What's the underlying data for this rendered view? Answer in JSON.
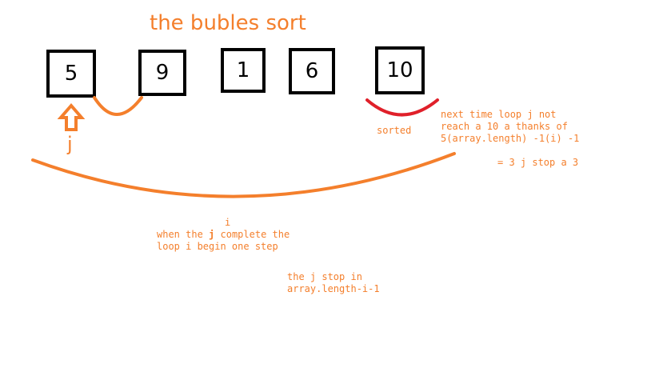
{
  "title": "the bubles sort",
  "boxes": [
    "5",
    "9",
    "1",
    "6",
    "10"
  ],
  "j_label": "j",
  "sorted_label": "sorted",
  "note_right": {
    "line1": "next time loop j not",
    "line2": "reach a 10 a thanks of",
    "line3": "5(array.length) -1(i) -1",
    "line4": "= 3 j stop a 3"
  },
  "note_i": {
    "i": "i",
    "line1_pre": "when the ",
    "line1_bold": "j",
    "line1_post": " complete the",
    "line2": "loop i begin one step"
  },
  "note_stop": {
    "line1": "the j stop in",
    "line2": "array.length-i-1"
  },
  "colors": {
    "orange": "#f47f2c",
    "red": "#e0202a",
    "black": "#000000"
  }
}
